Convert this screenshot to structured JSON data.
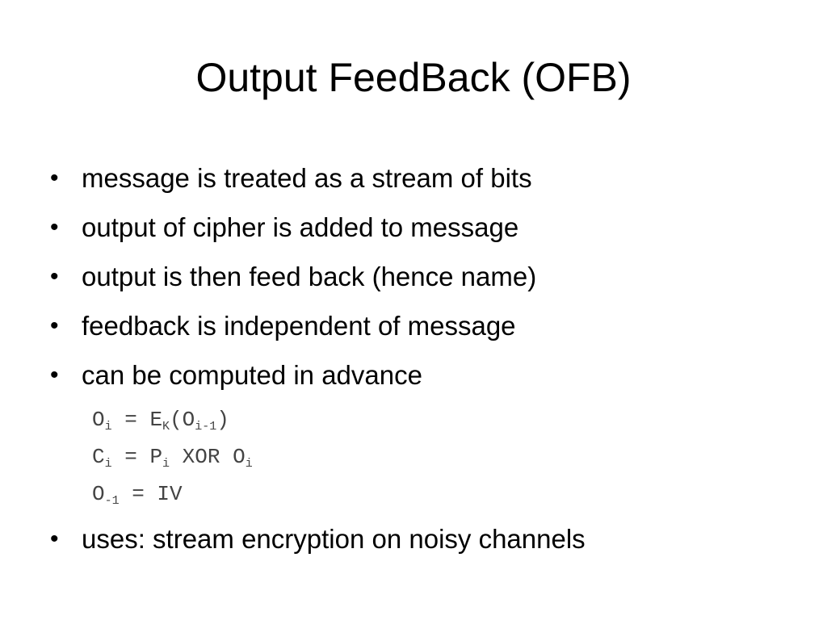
{
  "slide": {
    "title": "Output FeedBack (OFB)",
    "bullets": [
      "message is treated as a stream of bits",
      "output of cipher is added to message",
      "output is then feed back (hence name)",
      "feedback is independent of message",
      "can be computed in advance"
    ],
    "formulas": {
      "f1": {
        "o": "O",
        "i": "i",
        "eq": " = ",
        "e": "E",
        "k": "K",
        "open": "(",
        "o2": "O",
        "im1": "i-1",
        "close": ")"
      },
      "f2": {
        "c": "C",
        "i": "i",
        "eq": " = ",
        "p": "P",
        "i2": "i",
        "xor": " XOR ",
        "o": "O",
        "i3": "i"
      },
      "f3": {
        "o": "O",
        "m1": "-1",
        "rest": " = IV"
      }
    },
    "final_bullet": "uses: stream encryption on noisy channels",
    "bullet_glyph": "•"
  }
}
